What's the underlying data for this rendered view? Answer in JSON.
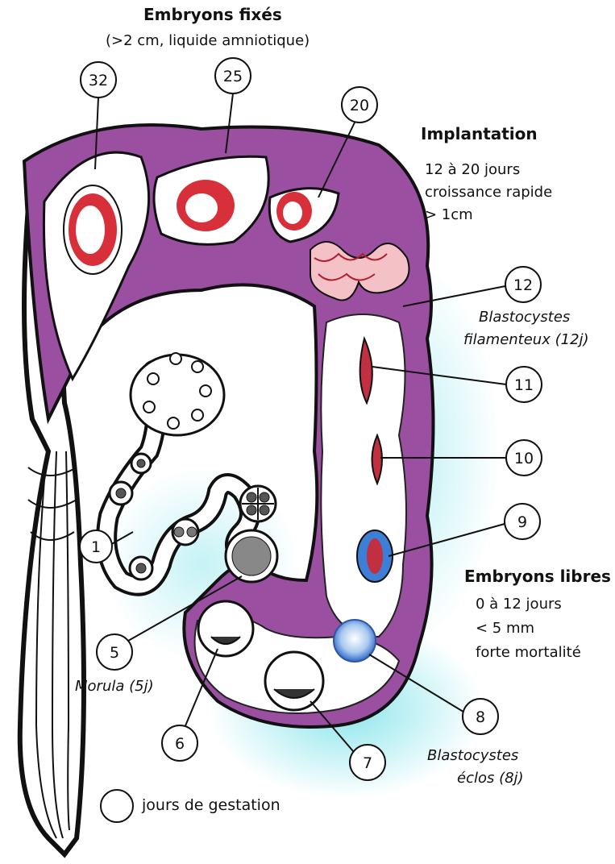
{
  "header": {
    "title": "Embryons fixés",
    "subtitle": "(>2 cm, liquide amniotique)"
  },
  "implantation": {
    "title": "Implantation",
    "lines": [
      "12 à 20 jours",
      "croissance rapide",
      "> 1cm"
    ]
  },
  "libres": {
    "title": "Embryons libres",
    "lines": [
      "0 à 12 jours",
      "< 5 mm",
      "forte mortalité"
    ]
  },
  "captions": {
    "filamenteux": [
      "Blastocystes",
      "filamenteux (12j)"
    ],
    "morula": "Morula (5j)",
    "eclos": [
      "Blastocystes",
      "éclos (8j)"
    ]
  },
  "days": [
    "32",
    "25",
    "20",
    "12",
    "11",
    "10",
    "9",
    "8",
    "7",
    "6",
    "5",
    "1"
  ],
  "legend": "jours de gestation",
  "colors": {
    "wall_purple": "#8a3d8c",
    "embryo_red": "#d8303a",
    "halo_cyan": "#7fe3ea",
    "blastocyst_blue": "#3d7fd6"
  }
}
